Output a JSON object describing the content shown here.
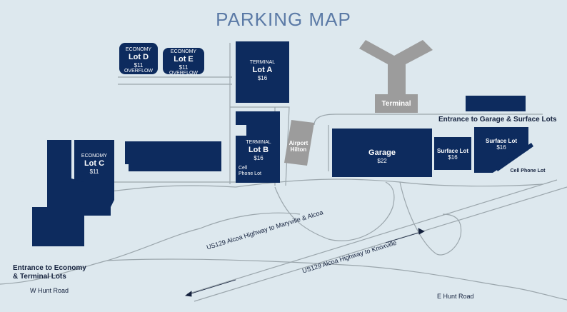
{
  "title": "PARKING MAP",
  "colors": {
    "background": "#dde8ee",
    "lot": "#0d2b5e",
    "building": "#9c9c9c",
    "road": "#9ba6ac",
    "title": "#5b7aa6"
  },
  "lots": {
    "lot_d": {
      "category": "ECONOMY",
      "name": "Lot D",
      "price": "$11",
      "note": "OVERFLOW"
    },
    "lot_e": {
      "category": "ECONOMY",
      "name": "Lot E",
      "price": "$11",
      "note": "OVERFLOW"
    },
    "lot_a": {
      "category": "TERMINAL",
      "name": "Lot A",
      "price": "$16"
    },
    "lot_b": {
      "category": "TERMINAL",
      "name": "Lot B",
      "price": "$16",
      "note": "Cell Phone Lot"
    },
    "lot_c": {
      "category": "ECONOMY",
      "name": "Lot C",
      "price": "$11"
    },
    "garage": {
      "name": "Garage",
      "price": "$22"
    },
    "surface_1": {
      "name": "Surface Lot",
      "price": "$16"
    },
    "surface_2": {
      "name": "Surface Lot",
      "price": "$16"
    },
    "cell_phone": {
      "name": "Cell Phone Lot"
    }
  },
  "buildings": {
    "terminal": "Terminal",
    "hilton": "Airport Hilton"
  },
  "labels": {
    "entrance_garage": "Entrance to Garage & Surface Lots",
    "entrance_economy": "Entrance to Economy & Terminal Lots",
    "w_hunt": "W Hunt Road",
    "e_hunt": "E Hunt Road",
    "us129_maryville": "US129 Alcoa Highway to Maryville & Alcoa",
    "us129_knoxville": "US129 Alcoa Highway to Knoxville"
  }
}
